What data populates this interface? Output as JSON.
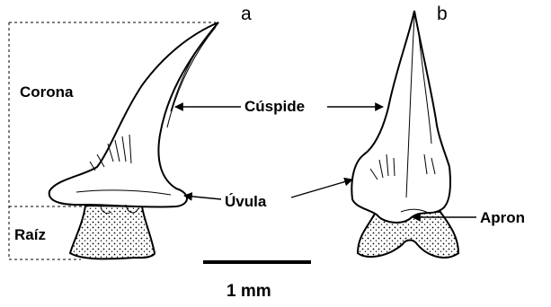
{
  "figure": {
    "panels": [
      "a",
      "b"
    ],
    "labels": {
      "crown": "Corona",
      "root": "Raíz",
      "cusp": "Cúspide",
      "uvula": "Úvula",
      "apron": "Apron"
    },
    "scale_bar": "1 mm"
  },
  "colors": {
    "line": "#000000",
    "background": "#ffffff"
  }
}
